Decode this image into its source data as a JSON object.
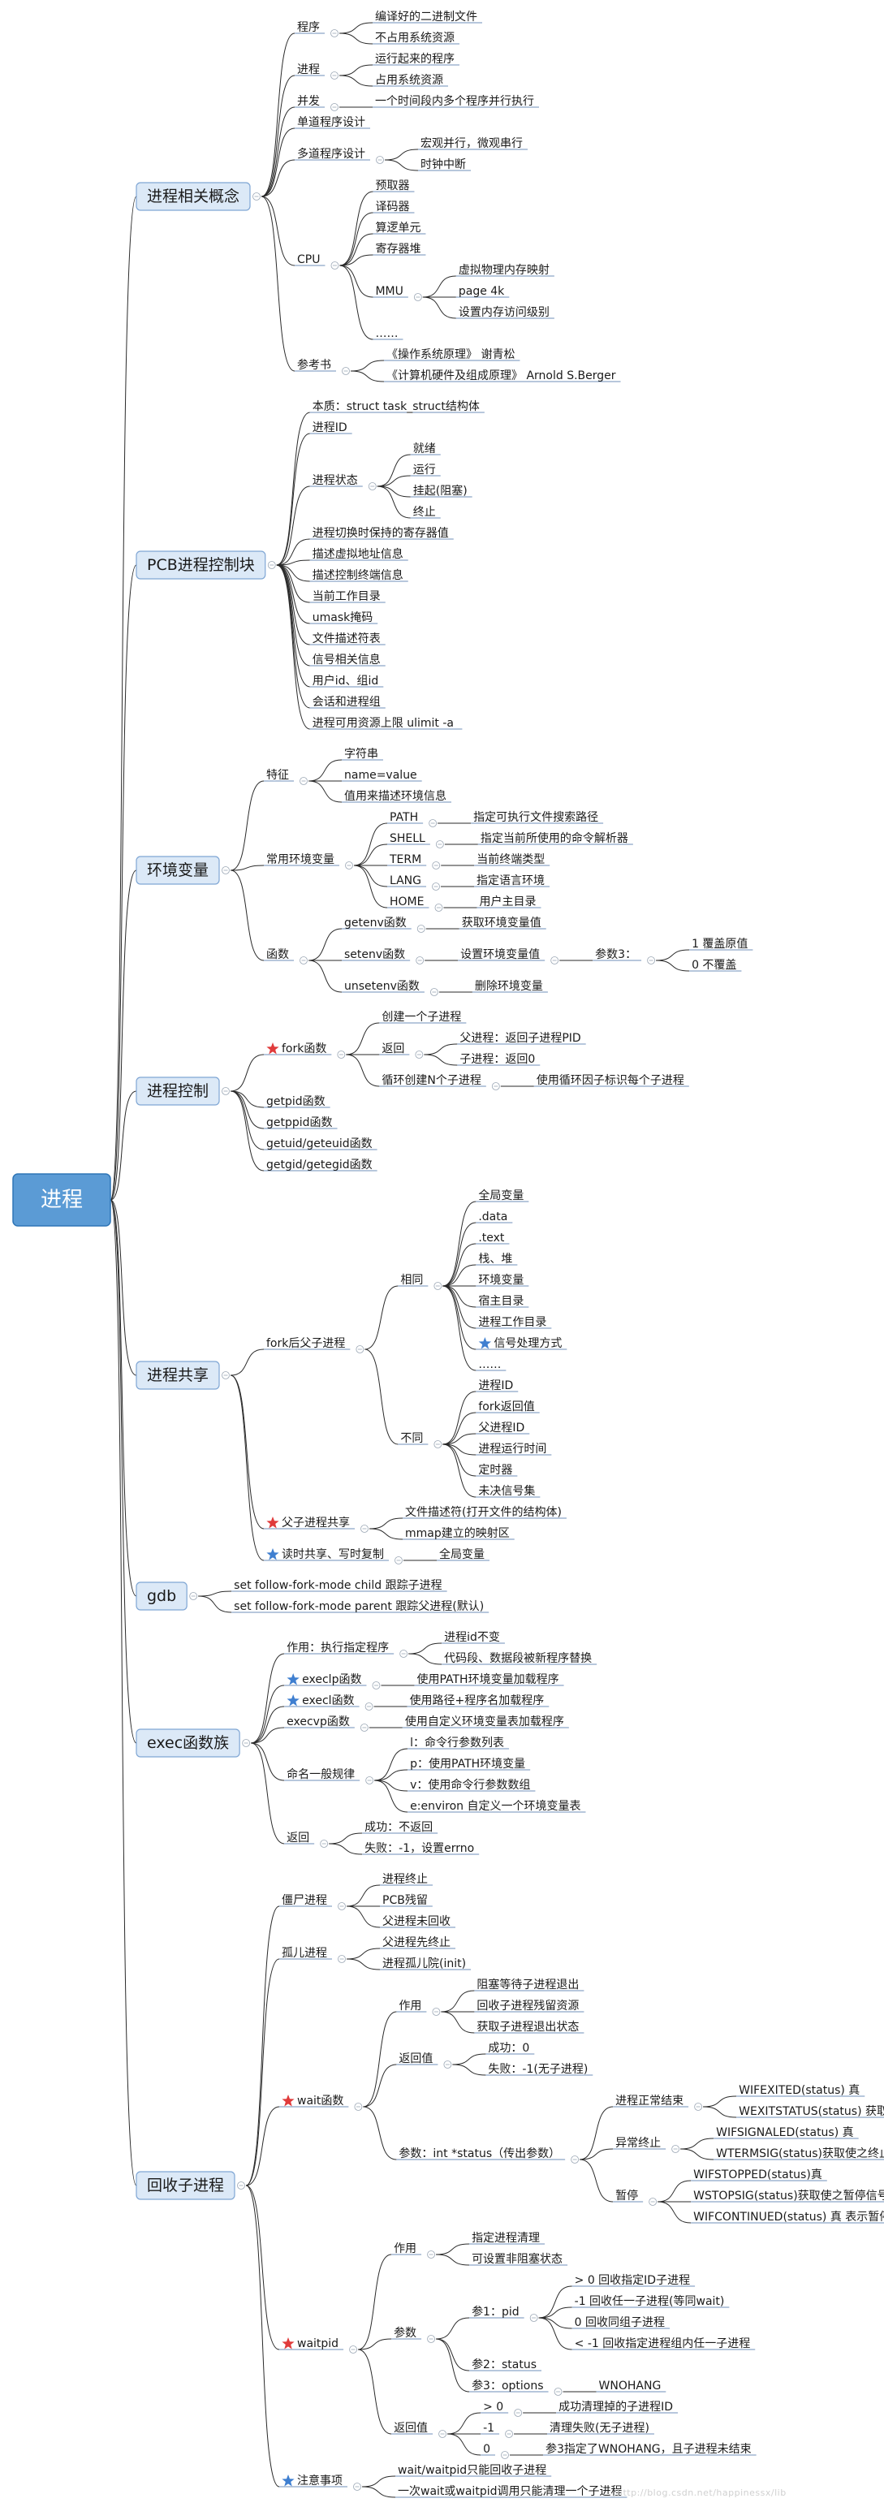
{
  "watermark": "http://blog.csdn.net/happinessx/lib",
  "colors": {
    "root": "#5b9bd5",
    "branch": "#dce9f7",
    "star": "#e03b3b",
    "star_blue": "#3f7fd0"
  },
  "root": {
    "label": "进程"
  },
  "branches": [
    {
      "label": "进程相关概念",
      "children": [
        {
          "label": "程序",
          "children": [
            {
              "label": "编译好的二进制文件"
            },
            {
              "label": "不占用系统资源"
            }
          ]
        },
        {
          "label": "进程",
          "children": [
            {
              "label": "运行起来的程序"
            },
            {
              "label": "占用系统资源"
            }
          ]
        },
        {
          "label": "并发",
          "children": [
            {
              "label": "一个时间段内多个程序并行执行"
            }
          ]
        },
        {
          "label": "单道程序设计"
        },
        {
          "label": "多道程序设计",
          "children": [
            {
              "label": "宏观并行，微观串行"
            },
            {
              "label": "时钟中断"
            }
          ]
        },
        {
          "label": "CPU",
          "children": [
            {
              "label": "预取器"
            },
            {
              "label": "译码器"
            },
            {
              "label": "算逻单元"
            },
            {
              "label": "寄存器堆"
            },
            {
              "label": "MMU",
              "children": [
                {
                  "label": "虚拟物理内存映射"
                },
                {
                  "label": "page 4k"
                },
                {
                  "label": "设置内存访问级别"
                }
              ]
            },
            {
              "label": "……"
            }
          ]
        },
        {
          "label": "参考书",
          "children": [
            {
              "label": "《操作系统原理》 谢青松"
            },
            {
              "label": "《计算机硬件及组成原理》 Arnold S.Berger"
            }
          ]
        }
      ]
    },
    {
      "label": "PCB进程控制块",
      "children": [
        {
          "label": "本质：struct task_struct结构体"
        },
        {
          "label": "进程ID"
        },
        {
          "label": "进程状态",
          "children": [
            {
              "label": "就绪"
            },
            {
              "label": "运行"
            },
            {
              "label": "挂起(阻塞)"
            },
            {
              "label": "终止"
            }
          ]
        },
        {
          "label": "进程切换时保持的寄存器值"
        },
        {
          "label": "描述虚拟地址信息"
        },
        {
          "label": "描述控制终端信息"
        },
        {
          "label": "当前工作目录"
        },
        {
          "label": "umask掩码"
        },
        {
          "label": "文件描述符表"
        },
        {
          "label": "信号相关信息"
        },
        {
          "label": "用户id、组id"
        },
        {
          "label": "会话和进程组"
        },
        {
          "label": "进程可用资源上限  ulimit -a"
        }
      ]
    },
    {
      "label": "环境变量",
      "children": [
        {
          "label": "特征",
          "children": [
            {
              "label": "字符串"
            },
            {
              "label": "name=value"
            },
            {
              "label": "值用来描述环境信息"
            }
          ]
        },
        {
          "label": "常用环境变量",
          "children": [
            {
              "label": "PATH",
              "children": [
                {
                  "label": "指定可执行文件搜索路径"
                }
              ]
            },
            {
              "label": "SHELL",
              "children": [
                {
                  "label": "指定当前所使用的命令解析器"
                }
              ]
            },
            {
              "label": "TERM",
              "children": [
                {
                  "label": "当前终端类型"
                }
              ]
            },
            {
              "label": "LANG",
              "children": [
                {
                  "label": "指定语言环境"
                }
              ]
            },
            {
              "label": "HOME",
              "children": [
                {
                  "label": "用户主目录"
                }
              ]
            }
          ]
        },
        {
          "label": "函数",
          "children": [
            {
              "label": "getenv函数",
              "children": [
                {
                  "label": "获取环境变量值"
                }
              ]
            },
            {
              "label": "setenv函数",
              "children": [
                {
                  "label": "设置环境变量值",
                  "children": [
                    {
                      "label": "参数3：",
                      "children": [
                        {
                          "label": "1 覆盖原值"
                        },
                        {
                          "label": "0 不覆盖"
                        }
                      ]
                    }
                  ]
                }
              ]
            },
            {
              "label": "unsetenv函数",
              "children": [
                {
                  "label": "删除环境变量"
                }
              ]
            }
          ]
        }
      ]
    },
    {
      "label": "进程控制",
      "children": [
        {
          "label": "fork函数",
          "star": "red",
          "children": [
            {
              "label": "创建一个子进程"
            },
            {
              "label": "返回",
              "children": [
                {
                  "label": "父进程：返回子进程PID"
                },
                {
                  "label": "子进程：返回0"
                }
              ]
            },
            {
              "label": "循环创建N个子进程",
              "children": [
                {
                  "label": "使用循环因子标识每个子进程"
                }
              ]
            }
          ]
        },
        {
          "label": "getpid函数"
        },
        {
          "label": "getppid函数"
        },
        {
          "label": "getuid/geteuid函数"
        },
        {
          "label": "getgid/getegid函数"
        }
      ]
    },
    {
      "label": "进程共享",
      "children": [
        {
          "label": "fork后父子进程",
          "children": [
            {
              "label": "相同",
              "children": [
                {
                  "label": "全局变量"
                },
                {
                  "label": ".data"
                },
                {
                  "label": ".text"
                },
                {
                  "label": "栈、堆"
                },
                {
                  "label": "环境变量"
                },
                {
                  "label": "宿主目录"
                },
                {
                  "label": "进程工作目录"
                },
                {
                  "label": "信号处理方式",
                  "star": "blue"
                },
                {
                  "label": "……"
                }
              ]
            },
            {
              "label": "不同",
              "children": [
                {
                  "label": "进程ID"
                },
                {
                  "label": "fork返回值"
                },
                {
                  "label": "父进程ID"
                },
                {
                  "label": "进程运行时间"
                },
                {
                  "label": "定时器"
                },
                {
                  "label": "未决信号集"
                }
              ]
            }
          ]
        },
        {
          "label": "父子进程共享",
          "star": "red",
          "children": [
            {
              "label": "文件描述符(打开文件的结构体)"
            },
            {
              "label": "mmap建立的映射区"
            }
          ]
        },
        {
          "label": "读时共享、写时复制",
          "star": "blue",
          "children": [
            {
              "label": "全局变量"
            }
          ]
        }
      ]
    },
    {
      "label": "gdb",
      "children": [
        {
          "label": "set follow-fork-mode child 跟踪子进程"
        },
        {
          "label": "set follow-fork-mode parent 跟踪父进程(默认)"
        }
      ]
    },
    {
      "label": "exec函数族",
      "children": [
        {
          "label": "作用：执行指定程序",
          "children": [
            {
              "label": "进程id不变"
            },
            {
              "label": "代码段、数据段被新程序替换"
            }
          ]
        },
        {
          "label": "execlp函数",
          "star": "blue",
          "children": [
            {
              "label": "使用PATH环境变量加载程序"
            }
          ]
        },
        {
          "label": "execl函数",
          "star": "blue",
          "children": [
            {
              "label": "使用路径+程序名加载程序"
            }
          ]
        },
        {
          "label": "execvp函数",
          "children": [
            {
              "label": "使用自定义环境变量表加载程序"
            }
          ]
        },
        {
          "label": "命名一般规律",
          "children": [
            {
              "label": "l：命令行参数列表"
            },
            {
              "label": "p：使用PATH环境变量"
            },
            {
              "label": "v：使用命令行参数数组"
            },
            {
              "label": "e:environ 自定义一个环境变量表"
            }
          ]
        },
        {
          "label": "返回",
          "children": [
            {
              "label": "成功：不返回"
            },
            {
              "label": "失败：-1，设置errno"
            }
          ]
        }
      ]
    },
    {
      "label": "回收子进程",
      "children": [
        {
          "label": "僵尸进程",
          "children": [
            {
              "label": "进程终止"
            },
            {
              "label": "PCB残留"
            },
            {
              "label": "父进程未回收"
            }
          ]
        },
        {
          "label": "孤儿进程",
          "children": [
            {
              "label": "父进程先终止"
            },
            {
              "label": "进程孤儿院(init)"
            }
          ]
        },
        {
          "label": "wait函数",
          "star": "red",
          "children": [
            {
              "label": "作用",
              "children": [
                {
                  "label": "阻塞等待子进程退出"
                },
                {
                  "label": "回收子进程残留资源"
                },
                {
                  "label": "获取子进程退出状态"
                }
              ]
            },
            {
              "label": "返回值",
              "children": [
                {
                  "label": "成功：0"
                },
                {
                  "label": "失败：-1(无子进程)"
                }
              ]
            },
            {
              "label": "参数：int *status（传出参数）",
              "children": [
                {
                  "label": "进程正常结束",
                  "children": [
                    {
                      "label": "WIFEXITED(status) 真"
                    },
                    {
                      "label": "WEXITSTATUS(status) 获取退出值"
                    }
                  ]
                },
                {
                  "label": "异常终止",
                  "children": [
                    {
                      "label": "WIFSIGNALED(status) 真"
                    },
                    {
                      "label": "WTERMSIG(status)获取使之终止信号编号"
                    }
                  ]
                },
                {
                  "label": "暂停",
                  "children": [
                    {
                      "label": "WIFSTOPPED(status)真"
                    },
                    {
                      "label": "WSTOPSIG(status)获取使之暂停信号编号"
                    },
                    {
                      "label": "WIFCONTINUED(status) 真 表示暂停后继续执行"
                    }
                  ]
                }
              ]
            }
          ]
        },
        {
          "label": "waitpid",
          "star": "red",
          "children": [
            {
              "label": "作用",
              "children": [
                {
                  "label": "指定进程清理"
                },
                {
                  "label": "可设置非阻塞状态"
                }
              ]
            },
            {
              "label": "参数",
              "children": [
                {
                  "label": "参1：pid",
                  "children": [
                    {
                      "label": "> 0 回收指定ID子进程"
                    },
                    {
                      "label": "-1 回收任一子进程(等同wait)"
                    },
                    {
                      "label": "0 回收同组子进程"
                    },
                    {
                      "label": "< -1 回收指定进程组内任一子进程"
                    }
                  ]
                },
                {
                  "label": "参2：status"
                },
                {
                  "label": "参3：options",
                  "children": [
                    {
                      "label": "WNOHANG"
                    }
                  ]
                }
              ]
            },
            {
              "label": "返回值",
              "children": [
                {
                  "label": "> 0",
                  "children": [
                    {
                      "label": "成功清理掉的子进程ID"
                    }
                  ]
                },
                {
                  "label": "-1",
                  "children": [
                    {
                      "label": "清理失败(无子进程)"
                    }
                  ]
                },
                {
                  "label": "0",
                  "children": [
                    {
                      "label": "参3指定了WNOHANG，且子进程未结束"
                    }
                  ]
                }
              ]
            }
          ]
        },
        {
          "label": "注意事项",
          "star": "blue",
          "children": [
            {
              "label": "wait/waitpid只能回收子进程"
            },
            {
              "label": "一次wait或waitpid调用只能清理一个子进程"
            }
          ]
        }
      ]
    }
  ]
}
